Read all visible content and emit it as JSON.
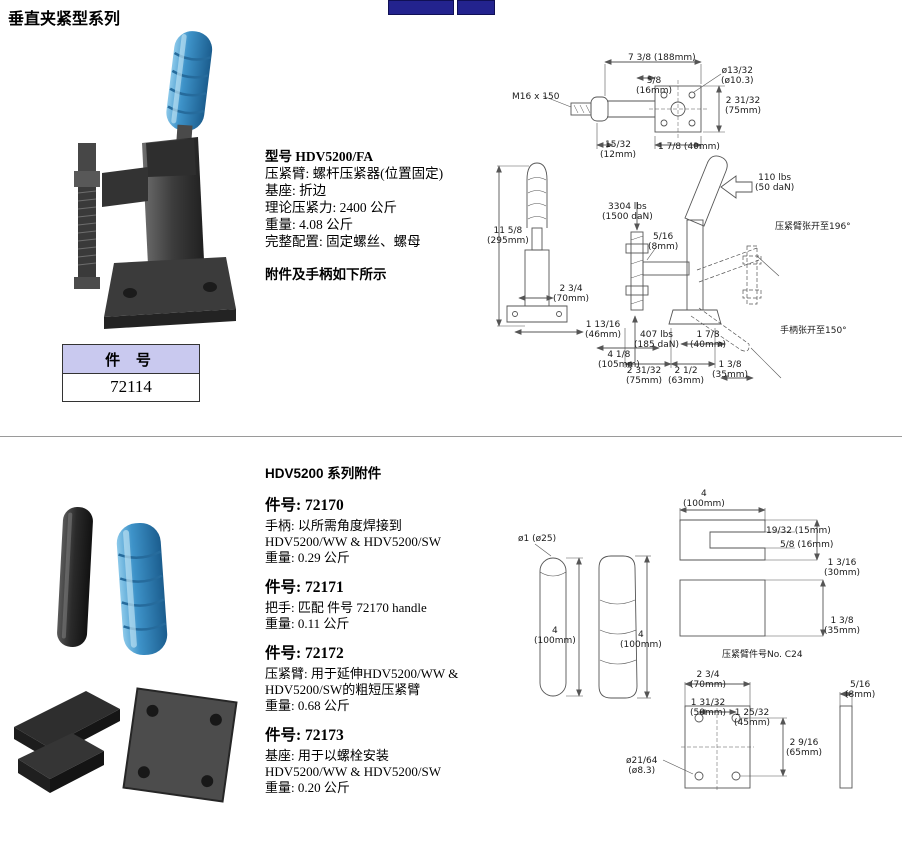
{
  "title": "垂直夹紧型系列",
  "colors": {
    "nav_button": "#23238e",
    "table_header_bg": "#c9c9ef",
    "handle_blue": "#3e93c9",
    "drawing_line": "#555555"
  },
  "section1": {
    "model": "型号 HDV5200/FA",
    "specs": [
      "压紧臂: 螺杆压紧器(位置固定)",
      "基座: 折边",
      "理论压紧力: 2400 公斤",
      "重量: 4.08 公斤",
      "完整配置: 固定螺丝、螺母"
    ],
    "note": "附件及手柄如下所示",
    "part_header": "件  号",
    "part_number": "72114",
    "dims": [
      "7 3/8 (188mm)",
      "ø13/32\n(ø10.3)",
      "M16 x 150",
      "5/8\n(16mm)",
      "2 31/32\n(75mm)",
      "15/32\n(12mm)",
      "1 7/8 (40mm)",
      "11 5/8\n(295mm)",
      "3304 lbs\n(1500 daN)",
      "5/16\n(8mm)",
      "110 lbs\n(50 daN)",
      "压紧臂张开至196°",
      "2 3/4\n(70mm)",
      "1 13/16\n(46mm)",
      "407 lbs\n(185 daN)",
      "1 7/8\n(40mm)",
      "手柄张开至150°",
      "4 1/8\n(105mm)",
      "2 31/32\n(75mm)",
      "2 1/2\n(63mm)",
      "1 3/8\n(35mm)"
    ]
  },
  "section2": {
    "heading": "HDV5200 系列附件",
    "items": [
      {
        "part": "件号: 72170",
        "desc": "手柄: 以所需角度焊接到HDV5200/WW & HDV5200/SW",
        "weight": "重量: 0.29 公斤"
      },
      {
        "part": "件号: 72171",
        "desc": "把手: 匹配 件号 72170 handle",
        "weight": "重量: 0.11 公斤"
      },
      {
        "part": "件号: 72172",
        "desc": "压紧臂: 用于延伸HDV5200/WW & HDV5200/SW的粗短压紧臂",
        "weight": "重量: 0.68 公斤"
      },
      {
        "part": "件号: 72173",
        "desc": "基座: 用于以螺栓安装HDV5200/WW & HDV5200/SW",
        "weight": "重量: 0.20 公斤"
      }
    ],
    "dims": [
      "4\n(100mm)",
      "19/32 (15mm)",
      "5/8 (16mm)",
      "1 3/16\n(30mm)",
      "ø1 (ø25)",
      "1 3/8\n(35mm)",
      "4\n(100mm)",
      "4\n(100mm)",
      "压紧臂件号No. C24",
      "2 3/4\n(70mm)",
      "5/16\n(8mm)",
      "1 31/32\n(50mm)",
      "1 25/32\n(45mm)",
      "2 9/16\n(65mm)",
      "ø21/64\n(ø8.3)"
    ]
  }
}
